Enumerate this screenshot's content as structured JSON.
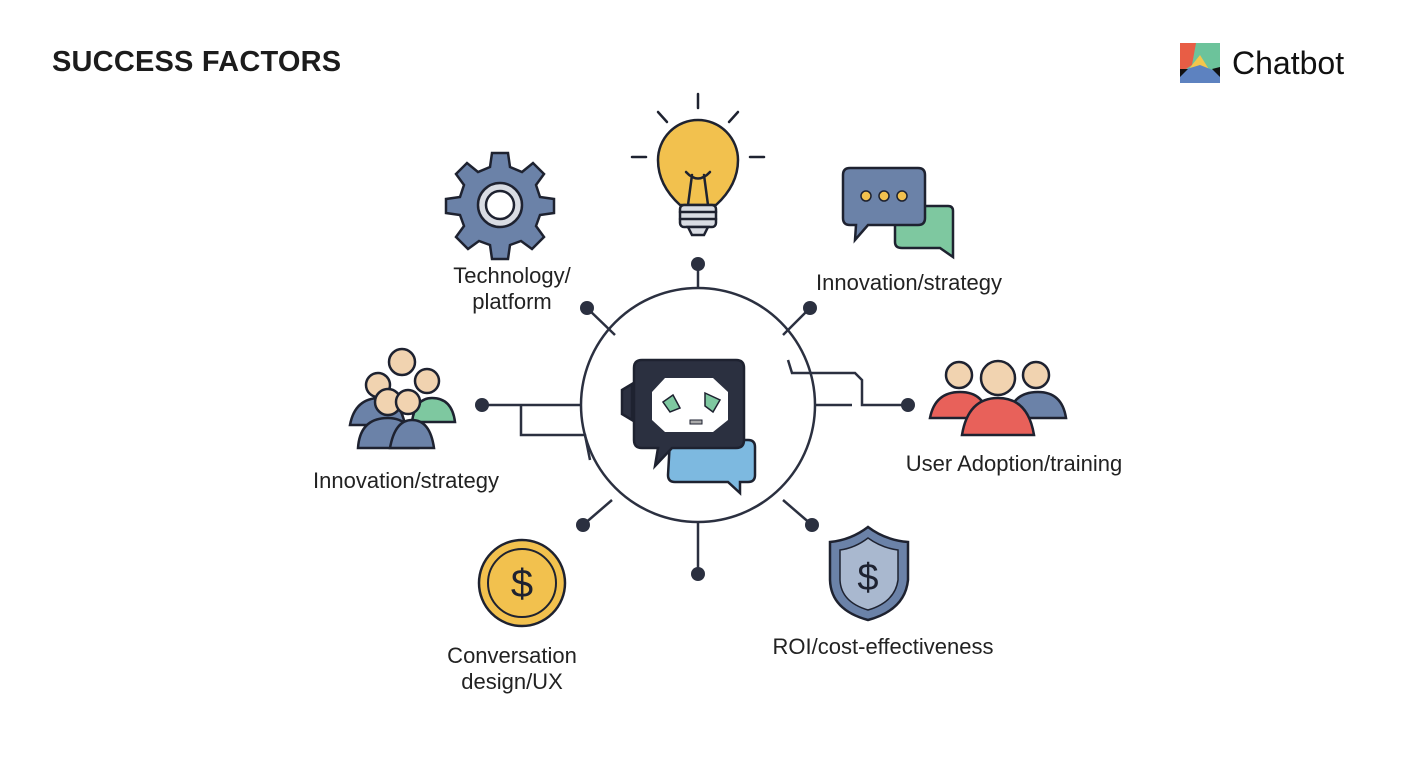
{
  "header": {
    "title": "SUCCESS FACTORS",
    "brand": "Chatbot"
  },
  "factors": [
    {
      "icon": "gear-icon",
      "line1": "Technology/",
      "line2": "platform"
    },
    {
      "icon": "lightbulb-icon"
    },
    {
      "icon": "chat-bubbles-icon",
      "line1": "Innovation/strategy"
    },
    {
      "icon": "user-group-icon",
      "line1": "Innovation/strategy"
    },
    {
      "icon": "people-icon",
      "line1": "User Adoption/training"
    },
    {
      "icon": "coin-icon",
      "line1": "Conversation",
      "line2": "design/UX"
    },
    {
      "icon": "shield-dollar-icon",
      "line1": "ROI/cost-effectiveness"
    }
  ],
  "center": {
    "icon": "chatbot-icon"
  },
  "colors": {
    "dark": "#2b3040",
    "yellow": "#f2c14e",
    "green": "#7ec8a0",
    "blue": "#6b82a8",
    "red": "#e8615a",
    "skin": "#f1d3b0",
    "lightblue": "#7db9e0"
  }
}
